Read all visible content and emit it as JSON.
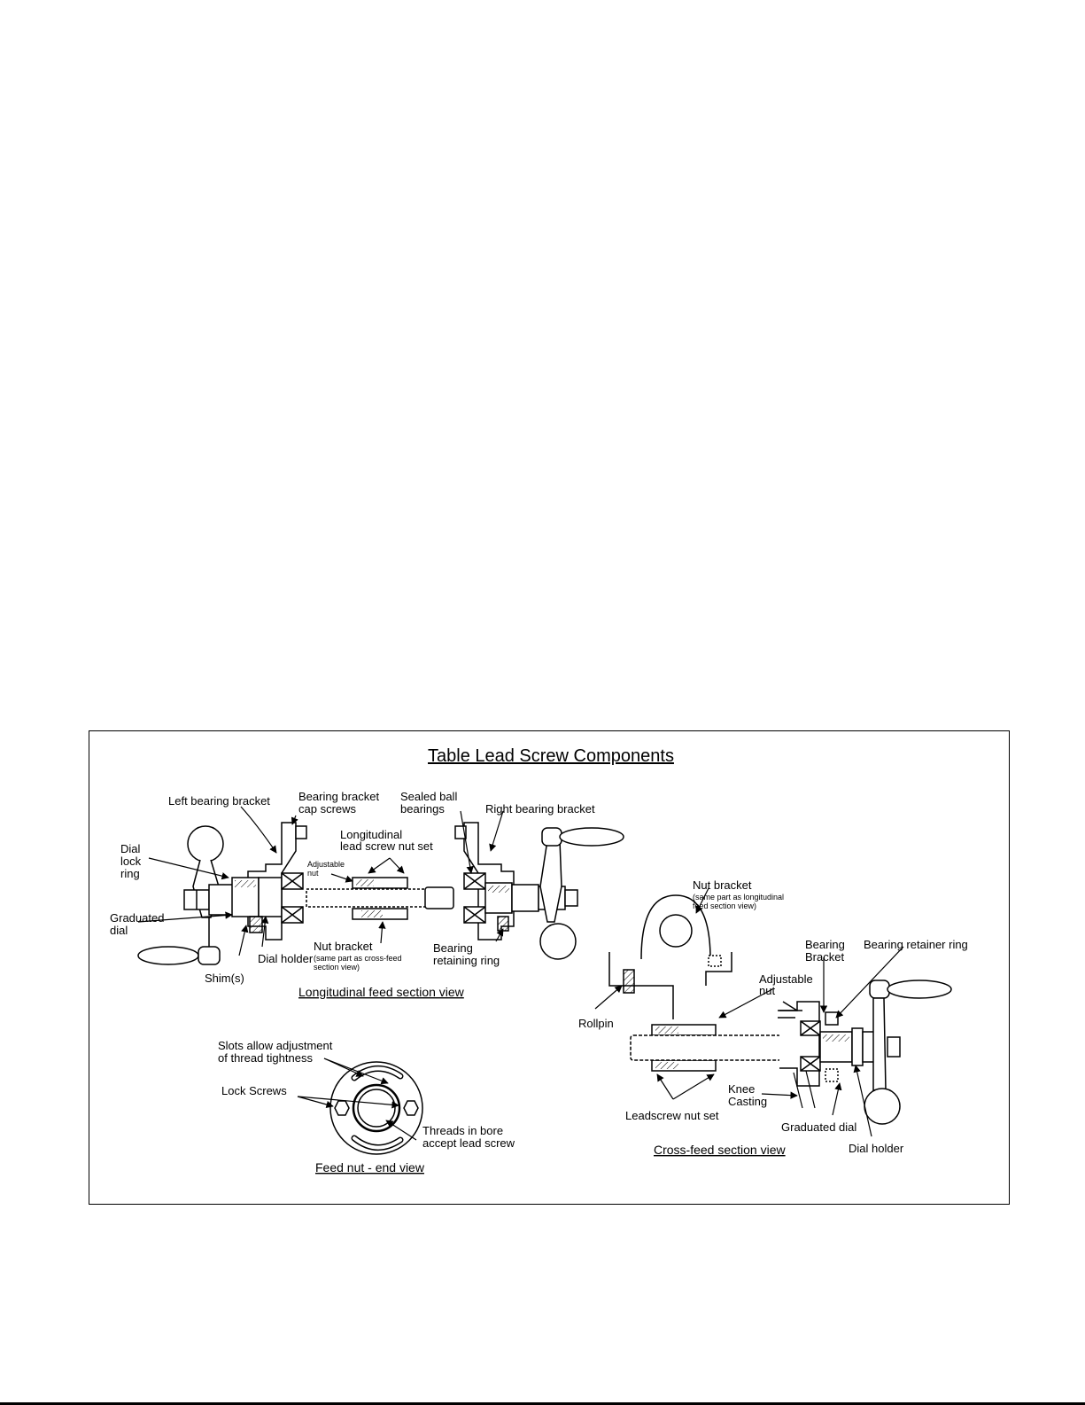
{
  "title": "Table Lead Screw Components",
  "longitudinal": {
    "caption": "Longitudinal feed section view",
    "left_bearing_bracket": "Left bearing bracket",
    "cap_screws_1": "Bearing bracket",
    "cap_screws_2": "cap screws",
    "dial_lock_1": "Dial",
    "dial_lock_2": "lock",
    "dial_lock_3": "ring",
    "graduated_dial_1": "Graduated",
    "graduated_dial_2": "dial",
    "shims": "Shim(s)",
    "dial_holder": "Dial holder",
    "nut_set_1": "Longitudinal",
    "nut_set_2": "lead screw nut set",
    "adjustable_nut_1": "Adjustable",
    "adjustable_nut_2": "nut",
    "nut_bracket": "Nut bracket",
    "nut_bracket_note_1": "(same part as cross-feed",
    "nut_bracket_note_2": "section view)",
    "sealed_ball_1": "Sealed ball",
    "sealed_ball_2": "bearings",
    "right_bearing_bracket": "Right bearing bracket",
    "retaining_ring_1": "Bearing",
    "retaining_ring_2": "retaining ring"
  },
  "crossfeed": {
    "caption": "Cross-feed section view",
    "nut_bracket": "Nut bracket",
    "nut_bracket_note_1": "(same part as longitudinal",
    "nut_bracket_note_2": "feed section view)",
    "adjustable_nut_1": "Adjustable",
    "adjustable_nut_2": "nut",
    "rollpin": "Rollpin",
    "leadscrew_nut_set": "Leadscrew nut set",
    "bearing_bracket_1": "Bearing",
    "bearing_bracket_2": "Bracket",
    "bearing_retainer_ring": "Bearing retainer ring",
    "knee_casting_1": "Knee",
    "knee_casting_2": "Casting",
    "graduated_dial": "Graduated dial",
    "dial_holder": "Dial holder"
  },
  "feednut": {
    "caption": "Feed nut - end view",
    "slots_1": "Slots allow adjustment",
    "slots_2": "of thread tightness",
    "lock_screws": "Lock Screws",
    "threads_1": "Threads in bore",
    "threads_2": "accept lead screw"
  }
}
